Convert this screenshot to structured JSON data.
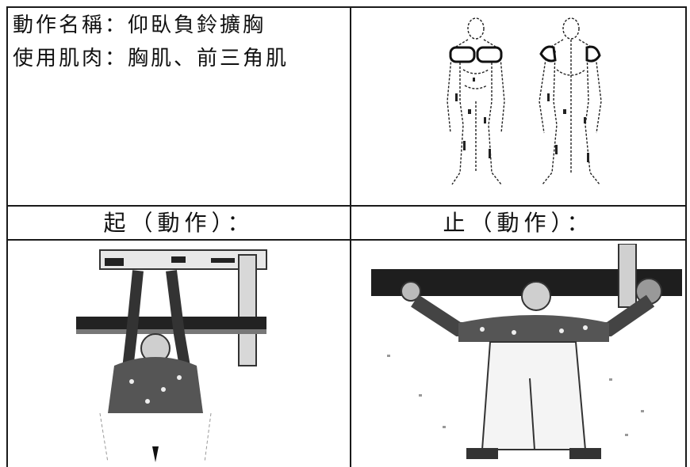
{
  "exercise": {
    "name_line": "動作名稱：仰臥負鈴擴胸",
    "muscles_line": "使用肌肉：胸肌、前三角肌"
  },
  "captions": {
    "start": "起（動作）：",
    "end": "止（動作）："
  },
  "images": {
    "anatomy": "muscle-diagram-front-back",
    "start_photo": "bench-press-start-photo",
    "end_photo": "bench-press-end-photo"
  },
  "colors": {
    "ink": "#111111",
    "highlight": "#ffffff"
  }
}
